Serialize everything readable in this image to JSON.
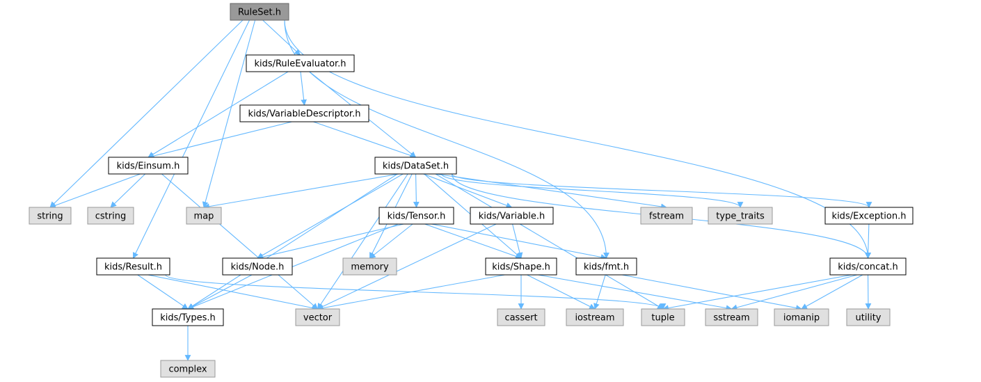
{
  "colors": {
    "edge": "#63b8ff",
    "root_fill": "#999999",
    "root_border": "#666666",
    "header_fill": "#ffffff",
    "header_border": "#000000",
    "system_fill": "#e0e0e0",
    "system_border": "#999999"
  },
  "nodes": [
    {
      "id": "ruleset",
      "label": "RuleSet.h",
      "kind": "root"
    },
    {
      "id": "ruleeval",
      "label": "kids/RuleEvaluator.h",
      "kind": "header"
    },
    {
      "id": "vardesc",
      "label": "kids/VariableDescriptor.h",
      "kind": "header"
    },
    {
      "id": "einsum",
      "label": "kids/Einsum.h",
      "kind": "header"
    },
    {
      "id": "dataset",
      "label": "kids/DataSet.h",
      "kind": "header"
    },
    {
      "id": "string",
      "label": "string",
      "kind": "system"
    },
    {
      "id": "cstring",
      "label": "cstring",
      "kind": "system"
    },
    {
      "id": "map",
      "label": "map",
      "kind": "system"
    },
    {
      "id": "tensor",
      "label": "kids/Tensor.h",
      "kind": "header"
    },
    {
      "id": "variable",
      "label": "kids/Variable.h",
      "kind": "header"
    },
    {
      "id": "fstream",
      "label": "fstream",
      "kind": "system"
    },
    {
      "id": "type_traits",
      "label": "type_traits",
      "kind": "system"
    },
    {
      "id": "exception",
      "label": "kids/Exception.h",
      "kind": "header"
    },
    {
      "id": "result",
      "label": "kids/Result.h",
      "kind": "header"
    },
    {
      "id": "node",
      "label": "kids/Node.h",
      "kind": "header"
    },
    {
      "id": "memory",
      "label": "memory",
      "kind": "system"
    },
    {
      "id": "shape",
      "label": "kids/Shape.h",
      "kind": "header"
    },
    {
      "id": "fmt",
      "label": "kids/fmt.h",
      "kind": "header"
    },
    {
      "id": "concat",
      "label": "kids/concat.h",
      "kind": "header"
    },
    {
      "id": "types",
      "label": "kids/Types.h",
      "kind": "header"
    },
    {
      "id": "vector",
      "label": "vector",
      "kind": "system"
    },
    {
      "id": "cassert",
      "label": "cassert",
      "kind": "system"
    },
    {
      "id": "iostream",
      "label": "iostream",
      "kind": "system"
    },
    {
      "id": "tuple",
      "label": "tuple",
      "kind": "system"
    },
    {
      "id": "sstream",
      "label": "sstream",
      "kind": "system"
    },
    {
      "id": "iomanip",
      "label": "iomanip",
      "kind": "system"
    },
    {
      "id": "utility",
      "label": "utility",
      "kind": "system"
    },
    {
      "id": "complex",
      "label": "complex",
      "kind": "system"
    }
  ],
  "edges": [
    [
      "ruleset",
      "ruleeval"
    ],
    [
      "ruleset",
      "string"
    ],
    [
      "ruleset",
      "map"
    ],
    [
      "ruleset",
      "result"
    ],
    [
      "ruleset",
      "fmt"
    ],
    [
      "ruleset",
      "concat"
    ],
    [
      "ruleeval",
      "vardesc"
    ],
    [
      "ruleeval",
      "einsum"
    ],
    [
      "ruleeval",
      "dataset"
    ],
    [
      "vardesc",
      "einsum"
    ],
    [
      "vardesc",
      "dataset"
    ],
    [
      "einsum",
      "string"
    ],
    [
      "einsum",
      "cstring"
    ],
    [
      "einsum",
      "vector"
    ],
    [
      "dataset",
      "map"
    ],
    [
      "dataset",
      "tensor"
    ],
    [
      "dataset",
      "variable"
    ],
    [
      "dataset",
      "fstream"
    ],
    [
      "dataset",
      "type_traits"
    ],
    [
      "dataset",
      "exception"
    ],
    [
      "dataset",
      "node"
    ],
    [
      "dataset",
      "memory"
    ],
    [
      "dataset",
      "vector"
    ],
    [
      "dataset",
      "shape"
    ],
    [
      "dataset",
      "tuple"
    ],
    [
      "dataset",
      "concat"
    ],
    [
      "dataset",
      "types"
    ],
    [
      "tensor",
      "node"
    ],
    [
      "tensor",
      "memory"
    ],
    [
      "tensor",
      "shape"
    ],
    [
      "tensor",
      "fmt"
    ],
    [
      "tensor",
      "types"
    ],
    [
      "variable",
      "shape"
    ],
    [
      "variable",
      "vector"
    ],
    [
      "exception",
      "concat"
    ],
    [
      "result",
      "types"
    ],
    [
      "result",
      "vector"
    ],
    [
      "result",
      "tuple"
    ],
    [
      "node",
      "types"
    ],
    [
      "shape",
      "vector"
    ],
    [
      "shape",
      "cassert"
    ],
    [
      "shape",
      "iostream"
    ],
    [
      "shape",
      "sstream"
    ],
    [
      "fmt",
      "iostream"
    ],
    [
      "fmt",
      "iomanip"
    ],
    [
      "concat",
      "tuple"
    ],
    [
      "concat",
      "sstream"
    ],
    [
      "concat",
      "iomanip"
    ],
    [
      "concat",
      "utility"
    ],
    [
      "types",
      "complex"
    ]
  ]
}
